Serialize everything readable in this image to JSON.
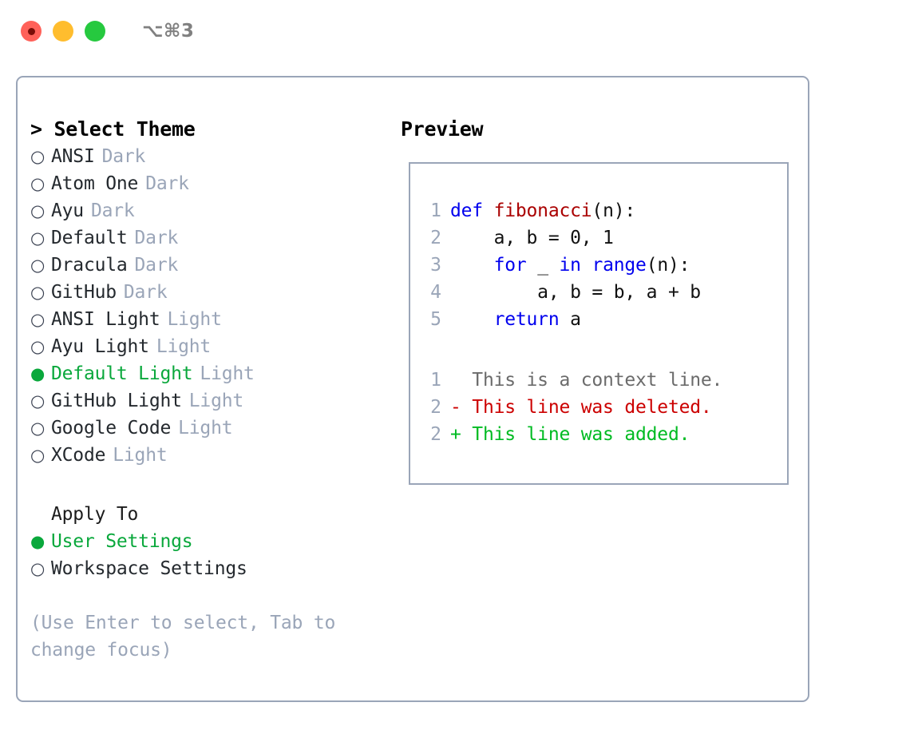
{
  "titlebar": {
    "dots": [
      {
        "name": "close",
        "color": "#ff6159"
      },
      {
        "name": "minimize",
        "color": "#ffbd2e"
      },
      {
        "name": "zoom",
        "color": "#26c93f"
      }
    ],
    "shortcut": "⌥⌘3"
  },
  "left": {
    "header": "> Select Theme",
    "themes": [
      {
        "bullet": "○",
        "name": "ANSI",
        "badge": "Dark",
        "selected": false
      },
      {
        "bullet": "○",
        "name": "Atom One",
        "badge": "Dark",
        "selected": false
      },
      {
        "bullet": "○",
        "name": "Ayu",
        "badge": "Dark",
        "selected": false
      },
      {
        "bullet": "○",
        "name": "Default",
        "badge": "Dark",
        "selected": false
      },
      {
        "bullet": "○",
        "name": "Dracula",
        "badge": "Dark",
        "selected": false
      },
      {
        "bullet": "○",
        "name": "GitHub",
        "badge": "Dark",
        "selected": false
      },
      {
        "bullet": "○",
        "name": "ANSI Light",
        "badge": "Light",
        "selected": false
      },
      {
        "bullet": "○",
        "name": "Ayu Light",
        "badge": "Light",
        "selected": false
      },
      {
        "bullet": "●",
        "name": "Default Light",
        "badge": "Light",
        "selected": true
      },
      {
        "bullet": "○",
        "name": "GitHub Light",
        "badge": "Light",
        "selected": false
      },
      {
        "bullet": "○",
        "name": "Google Code",
        "badge": "Light",
        "selected": false
      },
      {
        "bullet": "○",
        "name": "XCode",
        "badge": "Light",
        "selected": false
      }
    ],
    "apply_to": {
      "title": "Apply To",
      "options": [
        {
          "bullet": "●",
          "label": "User Settings",
          "selected": true
        },
        {
          "bullet": "○",
          "label": "Workspace Settings",
          "selected": false
        }
      ]
    },
    "hint": "(Use Enter to select, Tab to change focus)"
  },
  "right": {
    "header": "Preview",
    "code_lines": [
      {
        "no": "1",
        "tokens": [
          {
            "t": "def ",
            "c": "kw"
          },
          {
            "t": "fibonacci",
            "c": "fn"
          },
          {
            "t": "(n):",
            "c": "plain"
          }
        ]
      },
      {
        "no": "2",
        "tokens": [
          {
            "t": "    a, b = 0, 1",
            "c": "plain"
          }
        ]
      },
      {
        "no": "3",
        "tokens": [
          {
            "t": "    ",
            "c": "plain"
          },
          {
            "t": "for",
            "c": "kw"
          },
          {
            "t": " _ ",
            "c": "plain"
          },
          {
            "t": "in",
            "c": "kw"
          },
          {
            "t": " ",
            "c": "plain"
          },
          {
            "t": "range",
            "c": "kw"
          },
          {
            "t": "(n):",
            "c": "plain"
          }
        ]
      },
      {
        "no": "4",
        "tokens": [
          {
            "t": "        a, b = b, a + b",
            "c": "plain"
          }
        ]
      },
      {
        "no": "5",
        "tokens": [
          {
            "t": "    ",
            "c": "plain"
          },
          {
            "t": "return",
            "c": "kw"
          },
          {
            "t": " a",
            "c": "plain"
          }
        ]
      }
    ],
    "diff_lines": [
      {
        "no": "1",
        "text": "  This is a context line.",
        "kind": "ctx"
      },
      {
        "no": "2",
        "text": "- This line was deleted.",
        "kind": "del"
      },
      {
        "no": "2",
        "text": "+ This line was added.",
        "kind": "add"
      }
    ]
  },
  "colors": {
    "accent_green": "#0aa83c",
    "muted": "#9aa5b8",
    "border": "#9aa5b8",
    "keyword": "#0000ee",
    "function": "#aa0000",
    "diff_add": "#00bb22",
    "diff_del": "#cc0000"
  }
}
